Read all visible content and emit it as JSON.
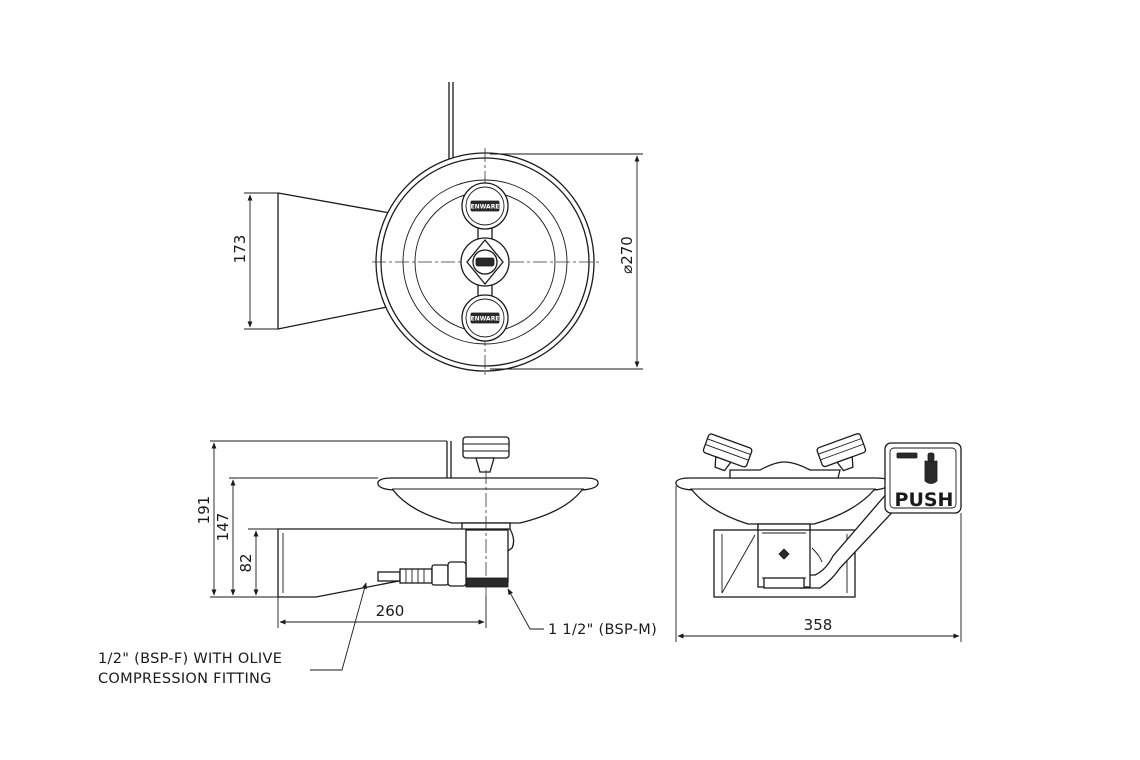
{
  "dimensions": {
    "diameter": "⌀270",
    "wall_depth": "173",
    "total_height": "191",
    "bowl_height": "147",
    "bracket_height": "82",
    "projection": "260",
    "overall_width": "358"
  },
  "notes": {
    "outlet_fitting": "1 1/2\" (BSP-M)",
    "inlet_fitting_line1": "1/2\" (BSP-F) WITH OLIVE",
    "inlet_fitting_line2": "COMPRESSION FITTING"
  },
  "push_sign": {
    "label": "PUSH"
  },
  "spray_head_logo": "ENWARE"
}
